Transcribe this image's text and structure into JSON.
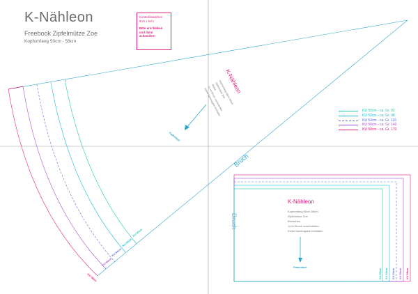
{
  "header": {
    "title": "K-Nähleon",
    "subtitle": "Freebook Zipfelmütze Zoe",
    "size_range": "Kopfumfang 50cm - 58cm"
  },
  "control_box": {
    "heading": "Kontroll-kästchen",
    "size": "5cm x 5cm",
    "note": "Bitte erst kleben und dann schneiden!"
  },
  "legend": [
    {
      "label": "KU 50cm - ca. Gr. 92",
      "color": "#1fc7a9"
    },
    {
      "label": "KU 52cm - ca. Gr. 98",
      "color": "#18b7d6"
    },
    {
      "label": "KU 54cm - ca. Gr. 116",
      "color": "#5b6fd6"
    },
    {
      "label": "KU 56cm - ca. Gr. 140",
      "color": "#a24fd6"
    },
    {
      "label": "KU 58cm - ca. Gr. 170",
      "color": "#e0197d"
    }
  ],
  "cone_piece": {
    "title": "K-Nähleon",
    "notes": [
      "Kopfumfang 50cm-58cm",
      "Zipfelmütze Zoe",
      "Mütze",
      "1x im Bruch zuschneiden",
      "Keine Nahtzugabe enthalten"
    ],
    "grain_label": "Fadenlauf",
    "fold_label": "Bruch",
    "size_tags": [
      "KU 50cm",
      "KU 52cm",
      "KU 54cm",
      "KU 56cm",
      "KU 58cm"
    ]
  },
  "band_piece": {
    "title": "K-Nähleon",
    "notes": [
      "Kopfumfang 50cm-58cm",
      "Zipfelmütze Zoe",
      "Bündchen",
      "1x im Bruch zuschneiden",
      "Keine Nahtzugabe enthalten"
    ],
    "grain_label": "Fadenlauf",
    "fold_label": "Bruch",
    "size_tags": [
      "KU 50cm",
      "KU 52cm",
      "KU 54cm",
      "KU 56cm",
      "KU 58cm"
    ]
  }
}
